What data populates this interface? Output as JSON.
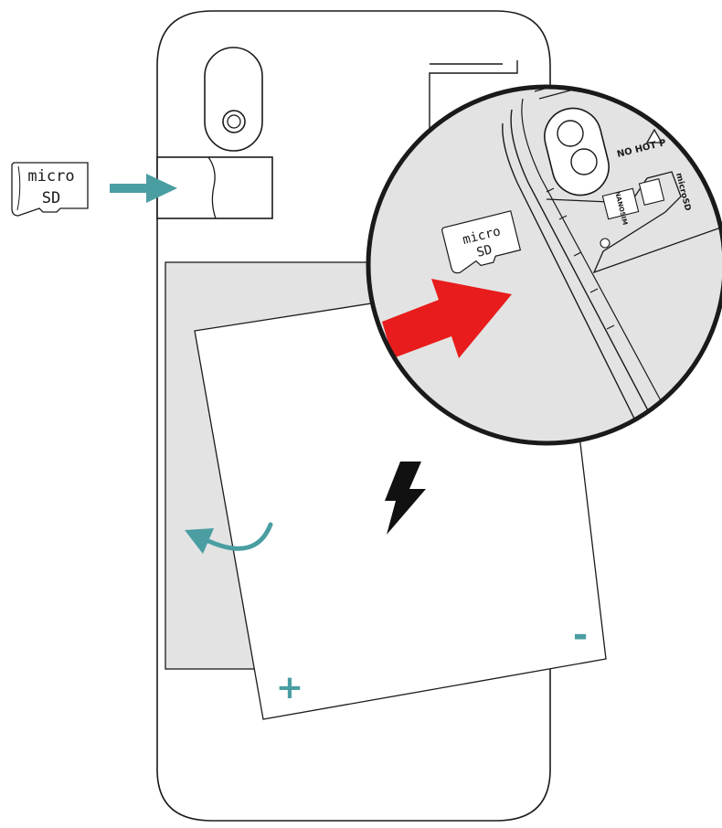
{
  "sd_card_left": {
    "line1": "micro",
    "line2": "SD"
  },
  "sd_card_zoom": {
    "line1": "micro",
    "line2": "SD"
  },
  "zoom_labels": {
    "warning": "NO HOT P",
    "slot_microsd": "microSD",
    "slot_sim": "NANOSIM"
  },
  "battery": {
    "positive": "+",
    "negative": "-"
  },
  "colors": {
    "teal": "#4a9ea2",
    "red": "#e81c1c",
    "grey": "#e3e3e3",
    "outline": "#1a1a1a"
  }
}
